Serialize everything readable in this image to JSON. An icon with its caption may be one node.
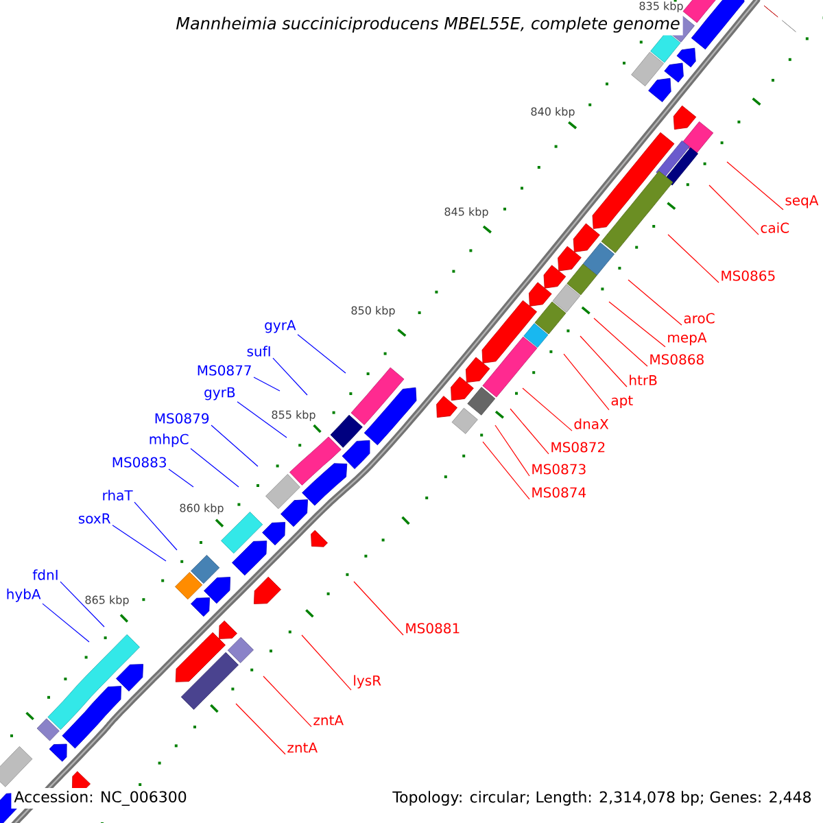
{
  "diagram": {
    "title": "Mannheimia succiniciproducens MBEL55E, complete genome",
    "nodes": [
      {
        "text": [
          "seqA"
        ]
      },
      {
        "text": [
          "caiC"
        ]
      },
      {
        "text": [
          "MS0865"
        ]
      },
      {
        "text": [
          "aroC"
        ]
      },
      {
        "text": [
          "mepA"
        ]
      },
      {
        "text": [
          "MS0868"
        ]
      },
      {
        "text": [
          "htrB"
        ]
      },
      {
        "text": [
          "apt"
        ]
      },
      {
        "text": [
          "dnaX"
        ]
      },
      {
        "text": [
          "MS0872"
        ]
      },
      {
        "text": [
          "MS0873"
        ]
      },
      {
        "text": [
          "MS0874"
        ]
      },
      {
        "text": [
          "gyrA"
        ]
      },
      {
        "text": [
          "sufI"
        ]
      },
      {
        "text": [
          "MS0877"
        ]
      },
      {
        "text": [
          "gyrB"
        ]
      },
      {
        "text": [
          "MS0879"
        ]
      },
      {
        "text": [
          "mhpC"
        ]
      },
      {
        "text": [
          "MS0883"
        ]
      },
      {
        "text": [
          "rhaT"
        ]
      },
      {
        "text": [
          "soxR"
        ]
      },
      {
        "text": [
          "fdnI"
        ]
      },
      {
        "text": [
          "hybA"
        ]
      },
      {
        "text": [
          "MS0881"
        ]
      },
      {
        "text": [
          "lysR"
        ]
      },
      {
        "text": [
          "zntA"
        ]
      },
      {
        "text": [
          "zntA"
        ]
      }
    ],
    "edges": [
      {
        "from": 0,
        "to": null,
        "arrow": "none"
      },
      {
        "from": 1,
        "to": null,
        "arrow": "none"
      },
      {
        "from": 2,
        "to": null,
        "arrow": "none"
      },
      {
        "from": 3,
        "to": null,
        "arrow": "none"
      },
      {
        "from": 4,
        "to": null,
        "arrow": "none"
      },
      {
        "from": 5,
        "to": null,
        "arrow": "none"
      },
      {
        "from": 6,
        "to": null,
        "arrow": "none"
      },
      {
        "from": 7,
        "to": null,
        "arrow": "none"
      },
      {
        "from": 8,
        "to": null,
        "arrow": "none"
      },
      {
        "from": 9,
        "to": null,
        "arrow": "none"
      },
      {
        "from": 10,
        "to": null,
        "arrow": "none"
      },
      {
        "from": 11,
        "to": null,
        "arrow": "none"
      },
      {
        "from": 12,
        "to": null,
        "arrow": "none",
        "color": "#0000ff"
      },
      {
        "from": 13,
        "to": null,
        "arrow": "none",
        "color": "#0000ff"
      },
      {
        "from": 14,
        "to": null,
        "arrow": "none",
        "color": "#0000ff"
      },
      {
        "from": 15,
        "to": null,
        "arrow": "none",
        "color": "#0000ff"
      },
      {
        "from": 16,
        "to": null,
        "arrow": "none",
        "color": "#0000ff"
      },
      {
        "from": 17,
        "to": null,
        "arrow": "none",
        "color": "#0000ff"
      },
      {
        "from": 18,
        "to": null,
        "arrow": "none",
        "color": "#0000ff"
      },
      {
        "from": 19,
        "to": null,
        "arrow": "none",
        "color": "#0000ff"
      },
      {
        "from": 20,
        "to": null,
        "arrow": "none",
        "color": "#0000ff"
      },
      {
        "from": 21,
        "to": null,
        "arrow": "none",
        "color": "#0000ff"
      },
      {
        "from": 22,
        "to": null,
        "arrow": "none",
        "color": "#0000ff"
      },
      {
        "from": 23,
        "to": null,
        "arrow": "none"
      },
      {
        "from": 24,
        "to": null,
        "arrow": "none"
      },
      {
        "from": 25,
        "to": null,
        "arrow": "none"
      },
      {
        "from": 26,
        "to": null,
        "arrow": "none"
      }
    ],
    "labels": [
      "835 kbp",
      "840 kbp",
      "845 kbp",
      "850 kbp",
      "855 kbp",
      "860 kbp",
      "865 kbp",
      "Accession: NC_006300",
      "Topology: circular; Length: 2,314,078 bp; Genes: 2,448"
    ]
  }
}
